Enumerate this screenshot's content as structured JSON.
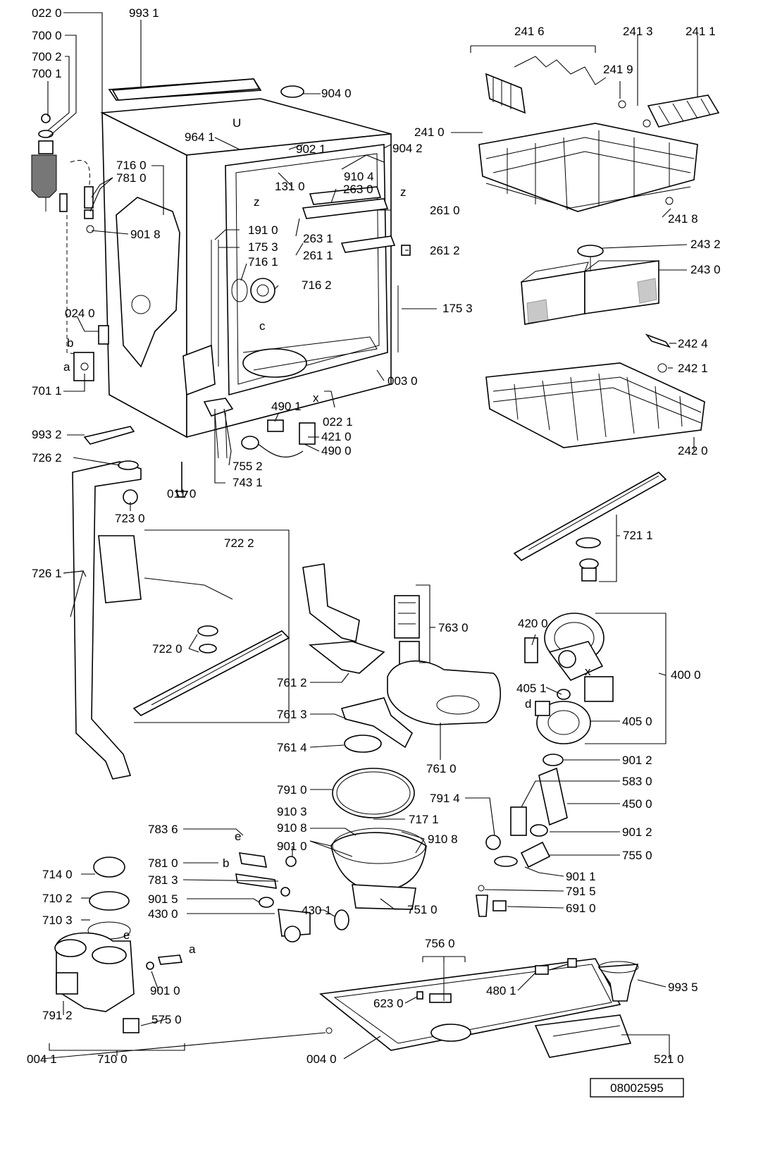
{
  "reference_code": "08002595",
  "labels": {
    "l0220": "022 0",
    "l9931": "993 1",
    "l7000": "700 0",
    "l7002": "700 2",
    "l7001": "700 1",
    "l9040": "904 0",
    "l9641": "964 1",
    "l9021": "902 1",
    "l9042": "904 2",
    "l7160": "716 0",
    "l7810": "781 0",
    "l9104": "910 4",
    "l1310": "131 0",
    "l2630": "263 0",
    "l2610": "261 0",
    "l9018": "901 8",
    "l1910": "191 0",
    "l2631": "263 1",
    "l1753a": "175 3",
    "l2611": "261 1",
    "l2612": "261 2",
    "l7161": "716 1",
    "l7162": "716 2",
    "l1753b": "175 3",
    "l0240": "024 0",
    "l7011": "701 1",
    "l0030": "003 0",
    "l4901": "490 1",
    "l4210": "421 0",
    "l4900": "490 0",
    "l0221": "022 1",
    "l9932": "993 2",
    "l7262": "726 2",
    "l7552": "755 2",
    "l7431": "743 1",
    "l0110": "011 0",
    "l7230": "723 0",
    "l7222": "722 2",
    "l7261": "726 1",
    "l7220": "722 0",
    "l2416": "241 6",
    "l2413": "241 3",
    "l2411": "241 1",
    "l2419": "241 9",
    "l2410": "241 0",
    "l2418": "241 8",
    "l2432": "243 2",
    "l2430": "243 0",
    "l2424": "242 4",
    "l2421": "242 1",
    "l2420": "242 0",
    "l7211": "721 1",
    "l7630": "763 0",
    "l7612": "761 2",
    "l7613": "761 3",
    "l7614": "761 4",
    "l7610": "761 0",
    "l4200": "420 0",
    "l4000": "400 0",
    "l4051": "405 1",
    "l4050": "405 0",
    "l7910": "791 0",
    "l9012a": "901 2",
    "l5830": "583 0",
    "l7914": "791 4",
    "l4500": "450 0",
    "l9103": "910 3",
    "l7171": "717 1",
    "l9108a": "910 8",
    "l9108b": "910 8",
    "l9012b": "901 2",
    "l7836": "783 6",
    "l9010a": "901 0",
    "l7550": "755 0",
    "l7140": "714 0",
    "l7813": "781 3",
    "l7102": "710 2",
    "l9011": "901 1",
    "l9015": "901 5",
    "l4301": "430 1",
    "l7915": "791 5",
    "l7103": "710 3",
    "l4300": "430 0",
    "l7510": "751 0",
    "l6910": "691 0",
    "l7810b": "781 0",
    "l7560": "756 0",
    "l9935": "993 5",
    "l4801": "480 1",
    "l6230": "623 0",
    "l9010b": "901 0",
    "l7912": "791 2",
    "l5750": "575 0",
    "l0041": "004 1",
    "l0040": "004 0",
    "l5210": "521 0",
    "l7100": "710 0"
  },
  "letters": {
    "b1": "b",
    "a1": "a",
    "c1": "c",
    "x1": "x",
    "z1": "z",
    "z2": "z",
    "x2": "x",
    "d1": "d",
    "e1": "e",
    "e2": "e",
    "b2": "b",
    "a2": "a",
    "u1": "U"
  }
}
